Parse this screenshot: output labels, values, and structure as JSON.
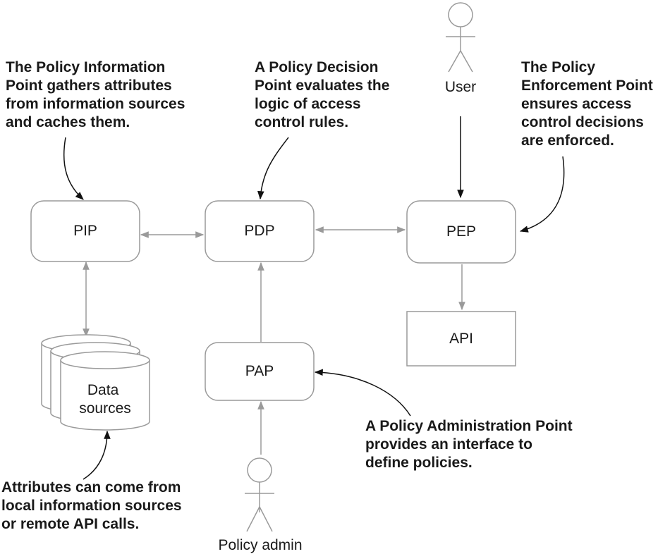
{
  "nodes": {
    "pip": "PIP",
    "pdp": "PDP",
    "pep": "PEP",
    "pap": "PAP",
    "api": "API",
    "data_sources": [
      "Data",
      "sources"
    ]
  },
  "actors": {
    "user": "User",
    "policy_admin": "Policy admin"
  },
  "callouts": {
    "pip": [
      "The Policy Information",
      "Point gathers attributes",
      "from information sources",
      "and caches them."
    ],
    "pdp": [
      "A Policy Decision",
      "Point evaluates the",
      "logic of access",
      "control rules."
    ],
    "pep": [
      "The Policy",
      "Enforcement Point",
      "ensures access",
      "control decisions",
      "are enforced."
    ],
    "pap": [
      "A Policy Administration Point",
      "provides an interface to",
      "define policies."
    ],
    "data_sources": [
      "Attributes can come from",
      "local information sources",
      "or remote API calls."
    ]
  }
}
